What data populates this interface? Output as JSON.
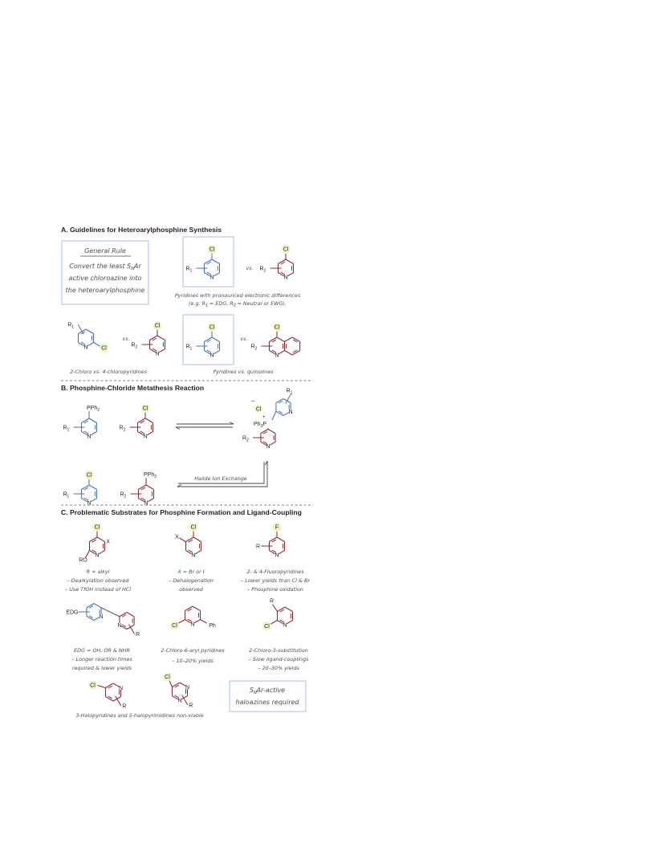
{
  "colors": {
    "blue_ring": "#4a6fb5",
    "red_ring": "#8c2a34",
    "box_border": "#b9cfe6",
    "cl_highlight": "#f1f2c4",
    "text": "#231f20",
    "note_text": "#4d4d4d"
  },
  "sectionA": {
    "title": "A. Guidelines for Heteroarylphosphine Synthesis",
    "general_rule_title": "General Rule",
    "rule_line1_prefix": "Convert the least S",
    "rule_line1_sub": "N",
    "rule_line1_suffix": "Ar",
    "rule_line2": "active chloroazine into",
    "rule_line3": "the heteroarylphosphine",
    "vs": "vs.",
    "cmp1_note_line1": "Pyridines with pronounced electronic  differences",
    "cmp1_note_line2_a": "(e.g. R",
    "cmp1_note_line2_b": " = EDG, R",
    "cmp1_note_line2_c": " = Neutral or EWG).",
    "cmp2_note": "2-Chloro vs. 4-chloropyridines",
    "cmp3_note": "Pyridines vs. quinolines"
  },
  "sectionB": {
    "title": "B. Phosphine-Chloride Metathesis Reaction",
    "halide_exchange": "Halide Ion Exchange"
  },
  "sectionC": {
    "title": "C. Problematic Substrates for Phosphine Formation and Ligand-Coupling",
    "c1_note": [
      "R = alkyl",
      "– Dealkylation observed",
      "– Use TfOH instead of HCl"
    ],
    "c2_note": [
      "X = Br or I",
      "– Dehalogenation",
      "observed"
    ],
    "c3_note": [
      "2- & 4-Fluoropyridines",
      "– Lower yields than Cl & Br",
      "– Phosphine oxidation"
    ],
    "c4_note": [
      "EDG = OH, OR & NHR",
      "– Longer reaction times",
      "required & lower yields"
    ],
    "c5_note": [
      "2-Chloro-6-aryl pyridines",
      "– 10–20% yields"
    ],
    "c6_note": [
      "2-Chloro-3-substitution",
      "– Slow ligand-couplings",
      "– 20–30% yields"
    ],
    "c7_note": "3-Halopyridines and 5-halopyrimidines non-viable",
    "snar_box_prefix": "S",
    "snar_box_sub": "N",
    "snar_box_suffix": "Ar-active",
    "snar_box_line2": "haloazines required"
  },
  "atoms": {
    "Cl": "Cl",
    "N": "N",
    "R": "R",
    "sub1": "1",
    "sub2": "2",
    "PPh2": "PPh",
    "Ph3P": "Ph",
    "sub3": "3",
    "P": "P",
    "X": "X",
    "F": "F",
    "RO": "RO",
    "EDG": "EDG",
    "Ph": "Ph",
    "plus": "+",
    "minus": "–"
  }
}
